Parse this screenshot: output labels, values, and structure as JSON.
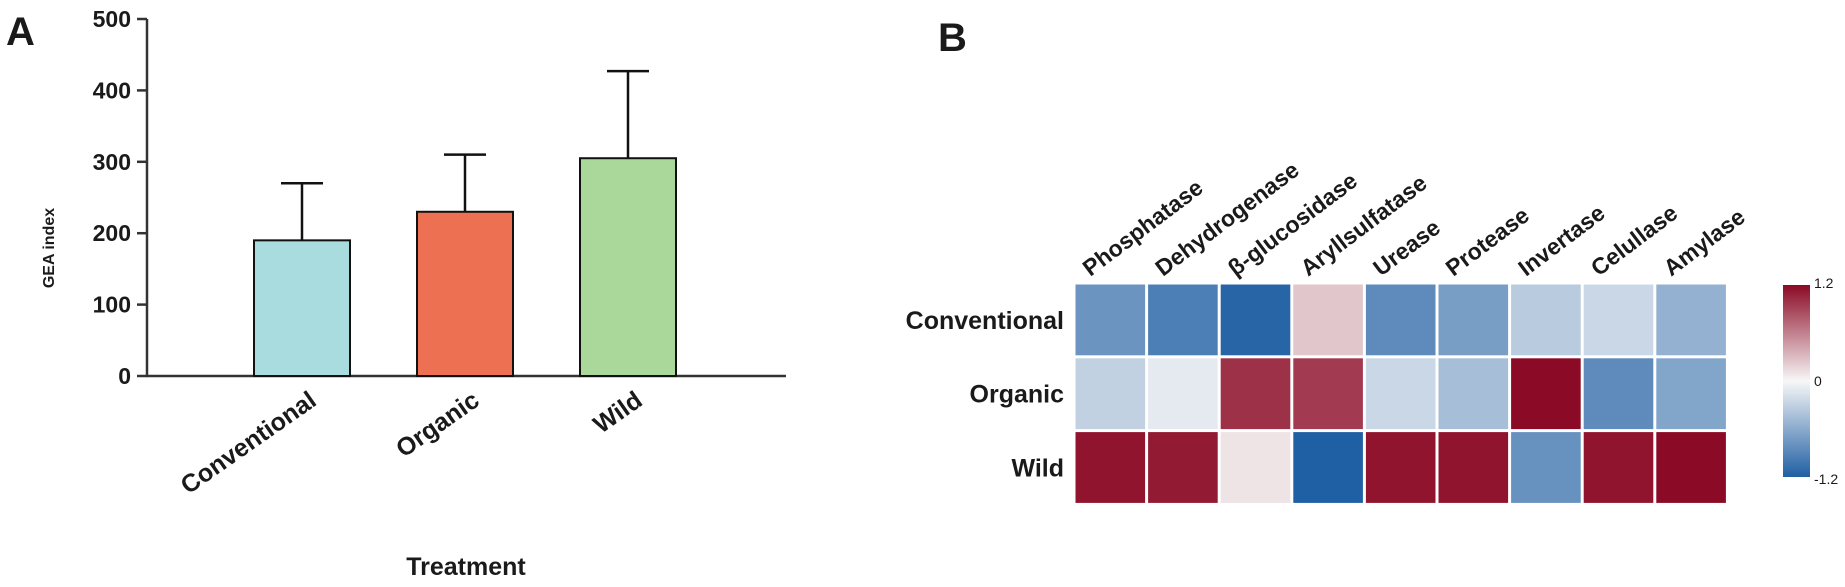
{
  "panels": {
    "a_label": "A",
    "b_label": "B"
  },
  "chart_data": [
    {
      "type": "bar",
      "title": "",
      "xlabel": "Treatment",
      "ylabel": "GEA index",
      "ylim": [
        0,
        500
      ],
      "yticks": [
        0,
        100,
        200,
        300,
        400,
        500
      ],
      "categories": [
        "Conventional",
        "Organic",
        "Wild"
      ],
      "values": [
        190,
        230,
        305
      ],
      "error_upper": [
        270,
        310,
        427
      ],
      "colors": [
        "#a8dcdf",
        "#ee7052",
        "#aad89a"
      ]
    },
    {
      "type": "heatmap",
      "title": "",
      "columns": [
        "Phosphatase",
        "Dehydrogenase",
        "β-glucosidase",
        "Aryllsulfatase",
        "Urease",
        "Protease",
        "Invertase",
        "Celullase",
        "Amylase"
      ],
      "rows": [
        "Conventional",
        "Organic",
        "Wild"
      ],
      "values": [
        [
          -0.78,
          -0.95,
          -1.15,
          0.25,
          -0.85,
          -0.7,
          -0.35,
          -0.25,
          -0.55
        ],
        [
          -0.3,
          -0.1,
          1.0,
          0.95,
          -0.25,
          -0.45,
          1.2,
          -0.85,
          -0.65
        ],
        [
          1.15,
          1.12,
          0.1,
          -1.2,
          1.15,
          1.15,
          -0.8,
          1.15,
          1.2
        ]
      ],
      "colorbar": {
        "min": -1.2,
        "max": 1.2,
        "ticks": [
          "1.2",
          "0",
          "-1.2"
        ],
        "low_color": "#1f5fa3",
        "mid_color": "#f7f7f7",
        "high_color": "#8b0a25"
      }
    }
  ]
}
